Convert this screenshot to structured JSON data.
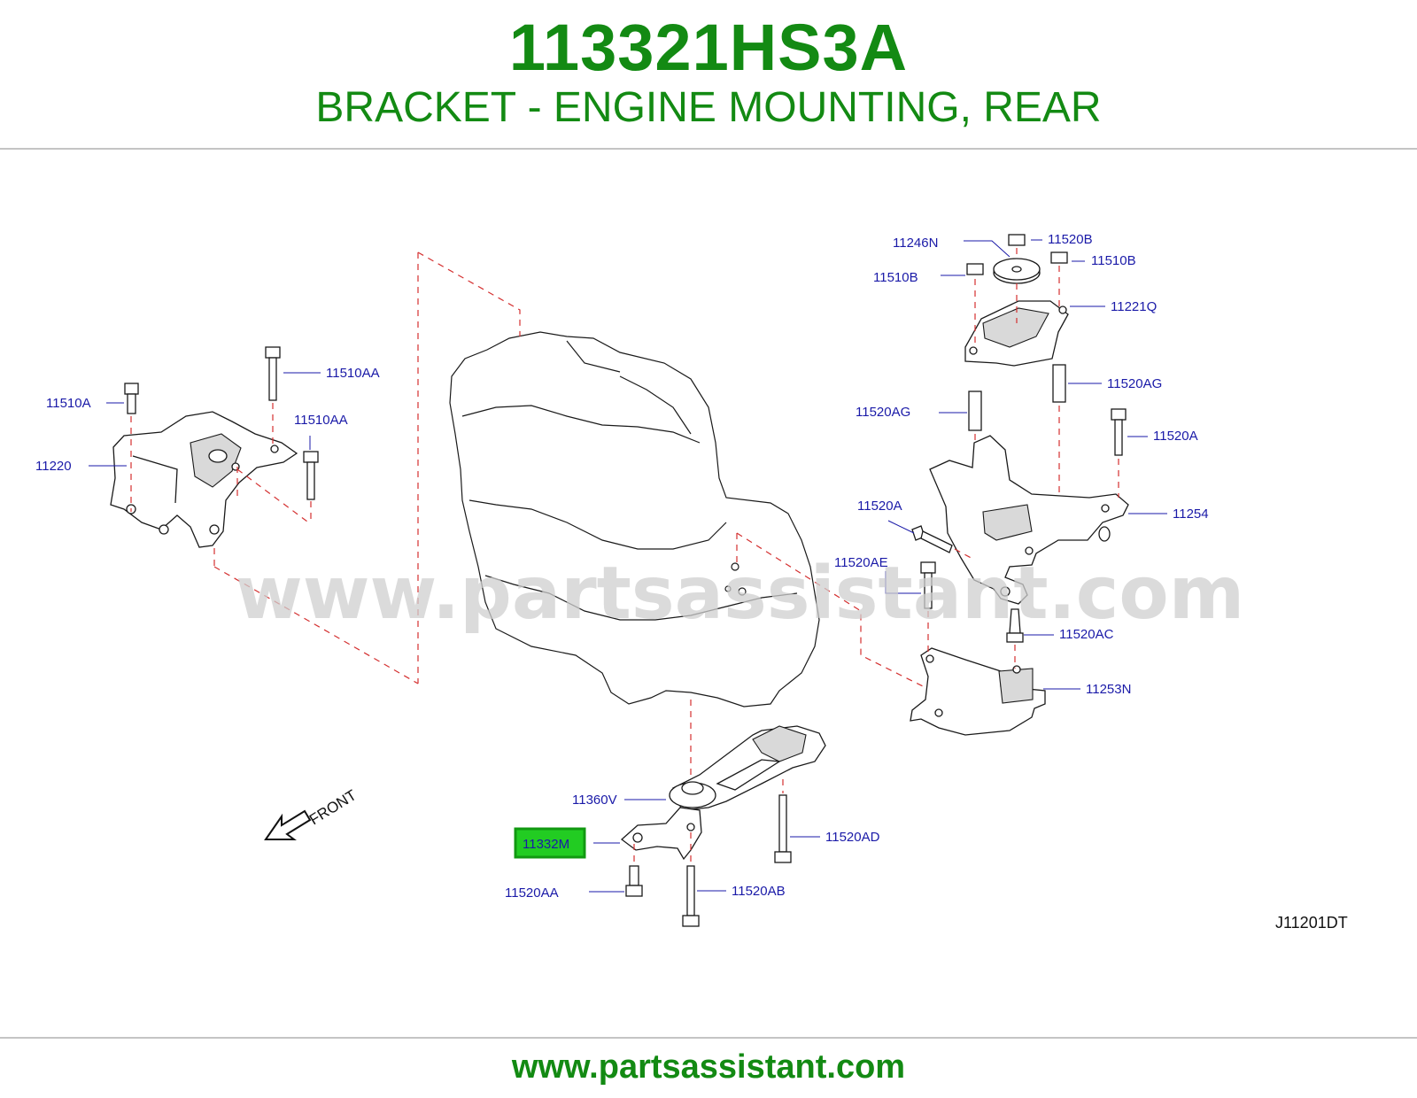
{
  "header": {
    "part_number": "113321HS3A",
    "part_name": "BRACKET - ENGINE MOUNTING, REAR"
  },
  "diagram": {
    "watermark": "www.partsassistant.com",
    "front_label": "FRONT",
    "code": "J11201DT",
    "highlighted_part": "11332M",
    "labels": {
      "p11246N": "11246N",
      "p11520B": "11520B",
      "p11510B_left": "11510B",
      "p11510B_right": "11510B",
      "p11221Q": "11221Q",
      "p11520AG_right": "11520AG",
      "p11520AG_left": "11520AG",
      "p11520A_right": "11520A",
      "p11254": "11254",
      "p11520A_left": "11520A",
      "p11520AE": "11520AE",
      "p11520AC": "11520AC",
      "p11253N": "11253N",
      "p11510AA_top": "11510AA",
      "p11510A": "11510A",
      "p11510AA_mid": "11510AA",
      "p11220": "11220",
      "p11360V": "11360V",
      "p11332M": "11332M",
      "p11520AD": "11520AD",
      "p11520AA": "11520AA",
      "p11520AB": "11520AB"
    },
    "colors": {
      "title_green": "#138a13",
      "label_blue": "#1a1aa8",
      "dash_red": "#d43030",
      "highlight_green": "#22cc22"
    }
  },
  "footer": {
    "url": "www.partsassistant.com"
  }
}
